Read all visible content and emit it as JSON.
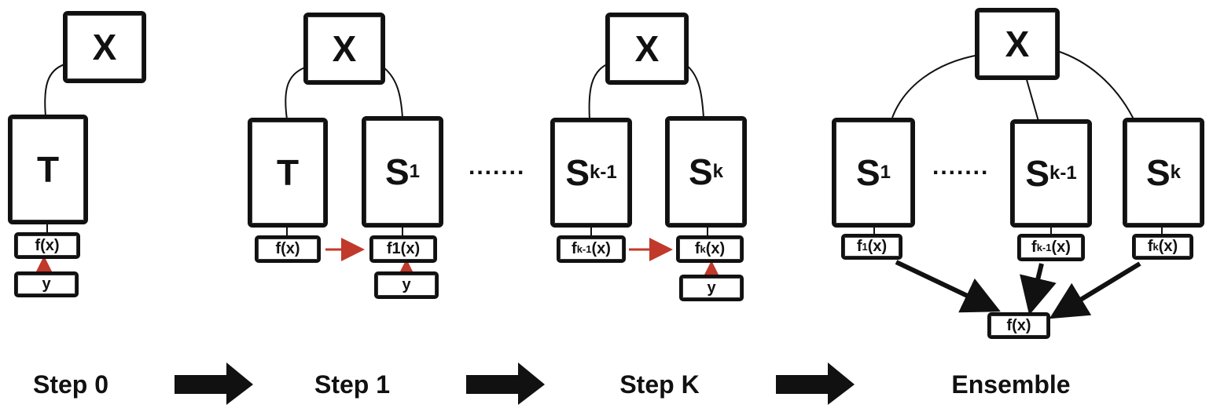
{
  "labels": {
    "x": "X",
    "t": "T",
    "s": "S",
    "sub_1": "1",
    "sub_k": "k",
    "sub_k_minus_1": "k-1",
    "fx": "f(x)",
    "f1x": "f1(x)",
    "f": "f",
    "x_paren": "(x)",
    "y": "y",
    "dots": "......."
  },
  "steps": {
    "step0": "Step 0",
    "step1": "Step 1",
    "stepk": "Step K",
    "ensemble": "Ensemble"
  },
  "colors": {
    "line": "#111111",
    "arrow_red": "#c0392b",
    "arrow_black": "#111111"
  }
}
